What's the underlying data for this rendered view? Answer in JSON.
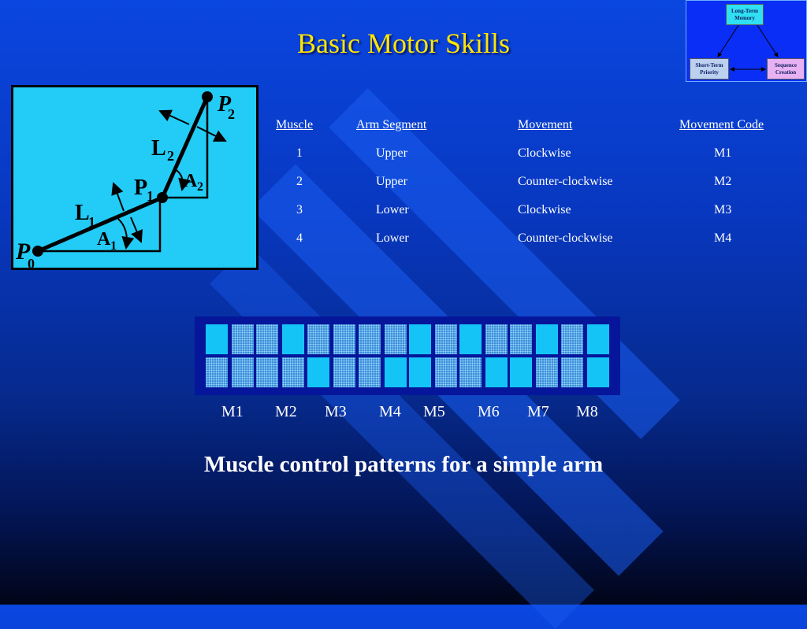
{
  "title": "Basic Motor Skills",
  "mini_diagram": {
    "top_box": "Long-Term Memory",
    "left_box": "Short-Term Priority",
    "right_box": "Sequence Creation"
  },
  "arm_diagram": {
    "labels": {
      "p0": "P",
      "p0_sub": "0",
      "p1": "P",
      "p1_sub": "1",
      "p2": "P",
      "p2_sub": "2",
      "l1": "L",
      "l1_sub": "1",
      "l2": "L",
      "l2_sub": "2",
      "a1": "A",
      "a1_sub": "1",
      "a2": "A",
      "a2_sub": "2"
    }
  },
  "muscle_table": {
    "headers": [
      "Muscle",
      "Arm Segment",
      "Movement",
      "Movement Code"
    ],
    "rows": [
      [
        "1",
        "Upper",
        "Clockwise",
        "M1"
      ],
      [
        "2",
        "Upper",
        "Counter-clockwise",
        "M2"
      ],
      [
        "3",
        "Lower",
        "Clockwise",
        "M3"
      ],
      [
        "4",
        "Lower",
        "Counter-clockwise",
        "M4"
      ]
    ]
  },
  "patterns": [
    {
      "code": "M1",
      "cells": [
        1,
        0,
        0,
        0
      ]
    },
    {
      "code": "M2",
      "cells": [
        0,
        1,
        0,
        0
      ]
    },
    {
      "code": "M3",
      "cells": [
        0,
        0,
        1,
        0
      ]
    },
    {
      "code": "M4",
      "cells": [
        0,
        0,
        0,
        1
      ]
    },
    {
      "code": "M5",
      "cells": [
        1,
        0,
        1,
        0
      ]
    },
    {
      "code": "M6",
      "cells": [
        1,
        0,
        0,
        1
      ]
    },
    {
      "code": "M7",
      "cells": [
        0,
        1,
        1,
        0
      ]
    },
    {
      "code": "M8",
      "cells": [
        0,
        1,
        0,
        1
      ]
    }
  ],
  "caption": "Muscle control patterns for a simple arm",
  "colors": {
    "title": "#ffe600",
    "panel_bg": "#22ccf6",
    "pattern_on": "#15c4f7",
    "pattern_off": "#3d8fd8"
  }
}
